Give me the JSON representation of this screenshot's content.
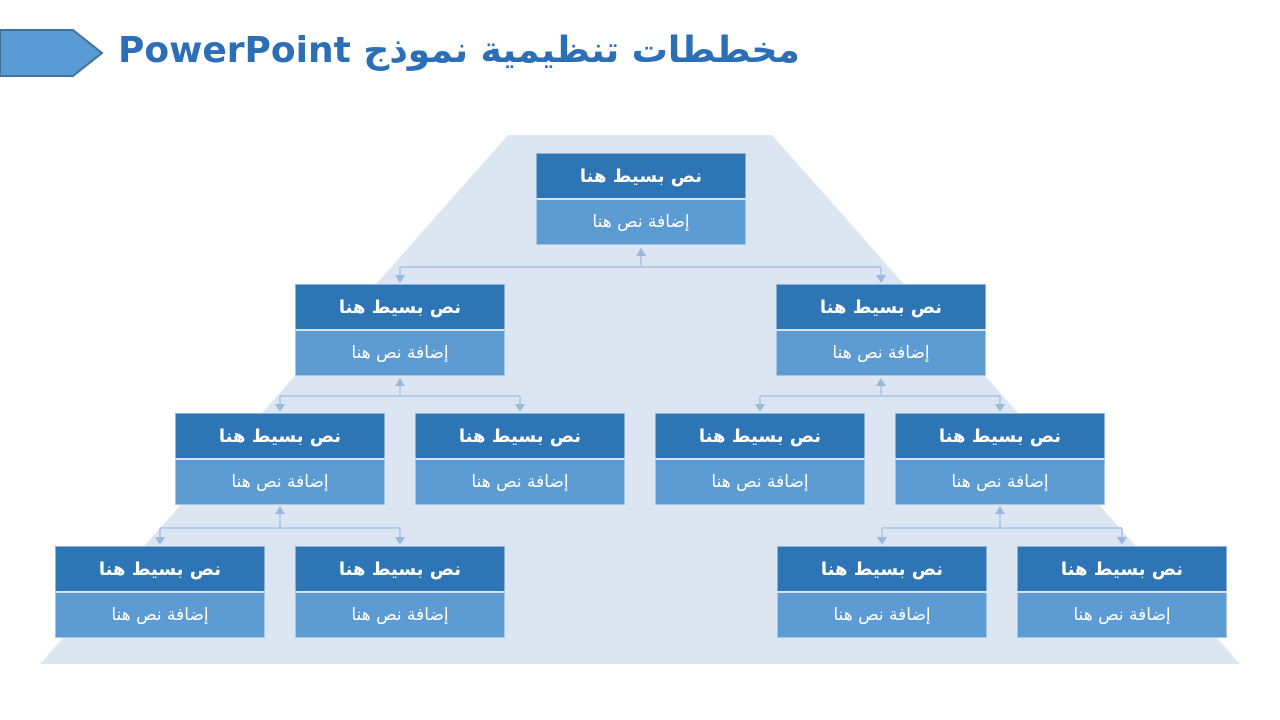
{
  "slide": {
    "title": "مخططات تنظيمية نموذج PowerPoint"
  },
  "theme": {
    "title_color": "#2d6fb7",
    "title_arrow_fill": "#5b9bd5",
    "title_arrow_border": "#41719c",
    "pyramid_fill": "#dce6f3",
    "node_header_bg": "#2e75b6",
    "node_body_bg": "#5d9bd3",
    "node_text_color": "#ffffff",
    "connector_line": "#b4cce8",
    "connector_arrow": "#9ab9de"
  },
  "icons": {
    "title_arrow": "pentagon-arrow-right-icon"
  },
  "nodes": [
    {
      "id": "root",
      "level": 1,
      "title": "نص بسيط هنا",
      "subtitle": "إضافة نص هنا"
    },
    {
      "id": "l2-left",
      "level": 2,
      "title": "نص بسيط هنا",
      "subtitle": "إضافة نص هنا"
    },
    {
      "id": "l2-right",
      "level": 2,
      "title": "نص بسيط هنا",
      "subtitle": "إضافة نص هنا"
    },
    {
      "id": "l3-a",
      "level": 3,
      "title": "نص بسيط هنا",
      "subtitle": "إضافة نص هنا"
    },
    {
      "id": "l3-b",
      "level": 3,
      "title": "نص بسيط هنا",
      "subtitle": "إضافة نص هنا"
    },
    {
      "id": "l3-c",
      "level": 3,
      "title": "نص بسيط هنا",
      "subtitle": "إضافة نص هنا"
    },
    {
      "id": "l3-d",
      "level": 3,
      "title": "نص بسيط هنا",
      "subtitle": "إضافة نص هنا"
    },
    {
      "id": "l4-a",
      "level": 4,
      "title": "نص بسيط هنا",
      "subtitle": "إضافة نص هنا"
    },
    {
      "id": "l4-b",
      "level": 4,
      "title": "نص بسيط هنا",
      "subtitle": "إضافة نص هنا"
    },
    {
      "id": "l4-c",
      "level": 4,
      "title": "نص بسيط هنا",
      "subtitle": "إضافة نص هنا"
    },
    {
      "id": "l4-d",
      "level": 4,
      "title": "نص بسيط هنا",
      "subtitle": "إضافة نص هنا"
    }
  ],
  "hierarchy": {
    "root": [
      "l2-left",
      "l2-right"
    ],
    "l2-left": [
      "l3-a",
      "l3-b"
    ],
    "l2-right": [
      "l3-c",
      "l3-d"
    ],
    "l3-a": [
      "l4-a",
      "l4-b"
    ],
    "l3-d": [
      "l4-c",
      "l4-d"
    ]
  }
}
